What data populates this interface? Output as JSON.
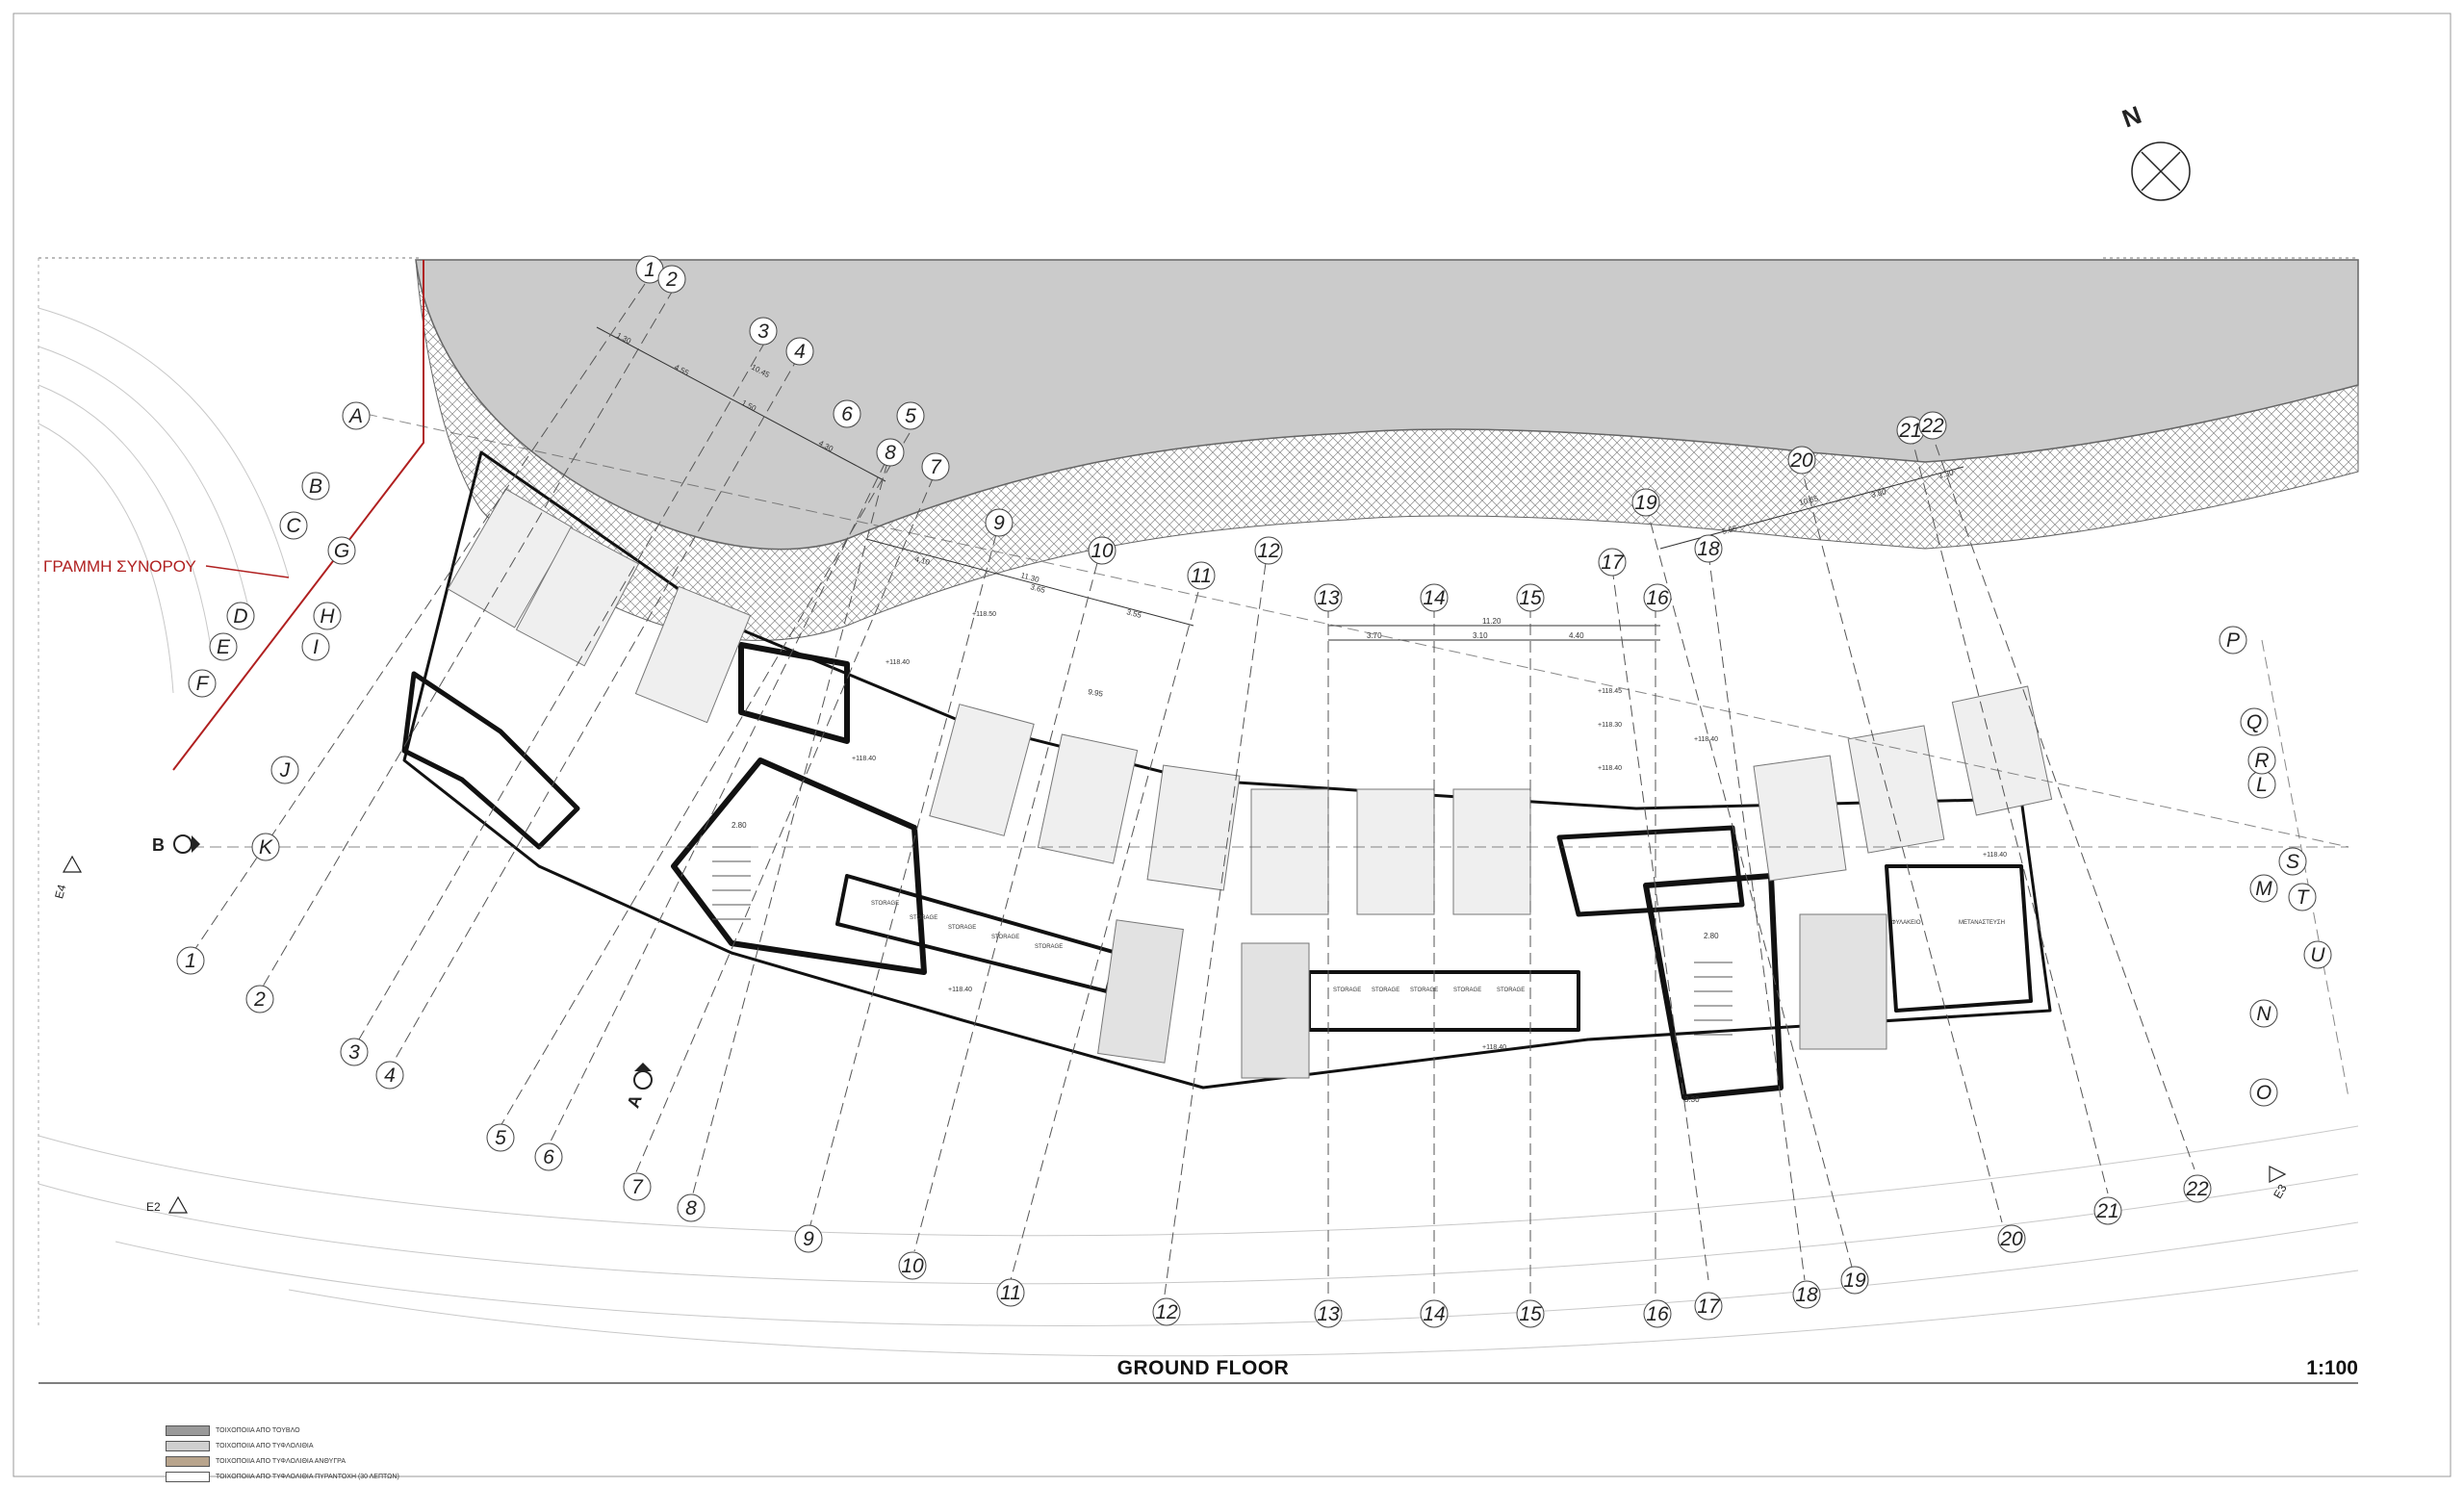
{
  "sheet": {
    "title": "GROUND FLOOR",
    "scale": "1:100",
    "boundary_label": "ΓΡΑΜΜΗ ΣΥΝΟΡΟΥ",
    "north_label": "N"
  },
  "grid_lines": {
    "numbered": [
      "1",
      "2",
      "3",
      "4",
      "5",
      "6",
      "7",
      "8",
      "9",
      "10",
      "11",
      "12",
      "13",
      "14",
      "15",
      "16",
      "17",
      "18",
      "19",
      "20",
      "21",
      "22"
    ],
    "lettered": [
      "A",
      "B",
      "C",
      "D",
      "E",
      "F",
      "G",
      "H",
      "I",
      "J",
      "K",
      "L",
      "M",
      "N",
      "O",
      "P",
      "Q",
      "R",
      "S",
      "T",
      "U"
    ]
  },
  "sections": {
    "a": "A",
    "b": "B"
  },
  "elevations": {
    "e2": "E2",
    "e3": "E3",
    "e4": "E4"
  },
  "dimensions": {
    "left_chain": [
      "1.30",
      "4.55",
      "1.50",
      "4.30"
    ],
    "left_total": "10.45",
    "mid_chain": [
      "4.10",
      "3.65",
      "3.55"
    ],
    "mid_total": "11.30",
    "center_chain": [
      "3.70",
      "3.10",
      "4.40"
    ],
    "center_total": "11.20",
    "right_chain": [
      "5.55",
      "3.80",
      "1.30"
    ],
    "right_total": "10.65",
    "ramp": "9.95",
    "lift_right": "2.80",
    "lift_left": "2.80",
    "bottom_lift": "3.30"
  },
  "levels": [
    "+118.50",
    "+118.40",
    "+118.40",
    "+118.45",
    "+118.40",
    "+118.40",
    "+118.30",
    "+118.40",
    "+118.40",
    "+118.40"
  ],
  "rooms": {
    "storage": [
      "STORAGE",
      "STORAGE",
      "STORAGE",
      "STORAGE",
      "STORAGE",
      "STORAGE",
      "STORAGE",
      "STORAGE",
      "STORAGE",
      "STORAGE"
    ],
    "office": "ΜΕΤΑΝΑΣΤΕΥΣΗ",
    "wc": "ΦΥΛΑΚΕΙΟ"
  },
  "legend": [
    {
      "text": "ΤΟΙΧΟΠΟΙΙΑ ΑΠΟ ΤΟΥΒΛΟ",
      "color": "#9a9a9a"
    },
    {
      "text": "ΤΟΙΧΟΠΟΙΙΑ ΑΠΟ ΤΥΦΛΟΛΙΘΙΑ",
      "color": "#cfcfcf"
    },
    {
      "text": "ΤΟΙΧΟΠΟΙΙΑ ΑΠΟ ΤΥΦΛΟΛΙΘΙΑ ΑΝΘΥΓΡΑ",
      "color": "#b8a48c"
    },
    {
      "text": "ΤΟΙΧΟΠΟΙΙΑ ΑΠΟ ΤΥΦΛΟΛΙΘΙΑ ΠΥΡΑΝΤΟΧΗ  (30 ΛΕΠΤΩΝ)",
      "color": "#ffffff"
    }
  ],
  "colors": {
    "road": "#cbcbcb",
    "boundary": "#b02020",
    "wall": "#111111",
    "line": "#444444"
  }
}
